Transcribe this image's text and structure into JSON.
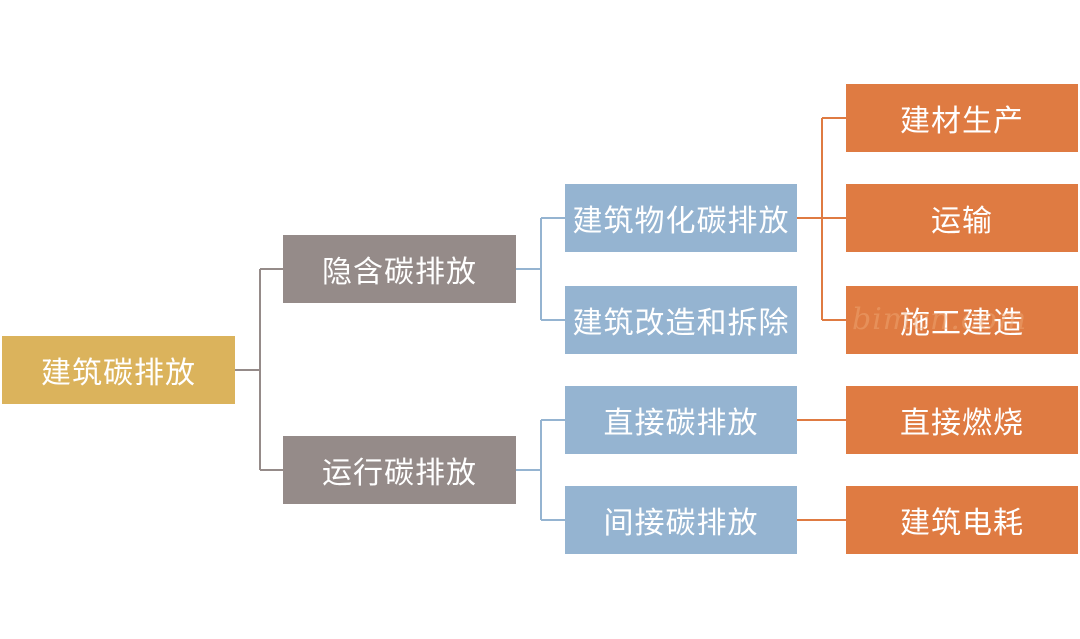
{
  "diagram": {
    "root": {
      "label": "建筑碳排放"
    },
    "branches": [
      {
        "label": "隐含碳排放",
        "children": [
          {
            "label": "建筑物化碳排放",
            "children": [
              "建材生产",
              "运输",
              "施工建造"
            ]
          },
          {
            "label": "建筑改造和拆除",
            "children": []
          }
        ]
      },
      {
        "label": "运行碳排放",
        "children": [
          {
            "label": "直接碳排放",
            "children": [
              "直接燃烧"
            ]
          },
          {
            "label": "间接碳排放",
            "children": [
              "建筑电耗"
            ]
          }
        ]
      }
    ],
    "watermark": "bimcn.com",
    "colors": {
      "root": "#dbb35c",
      "level1": "#958b89",
      "level2": "#95b4d1",
      "level3": "#df7b42",
      "connector_level1": "#958b89",
      "connector_level2": "#95b4d1",
      "connector_level3": "#df7b42"
    }
  }
}
